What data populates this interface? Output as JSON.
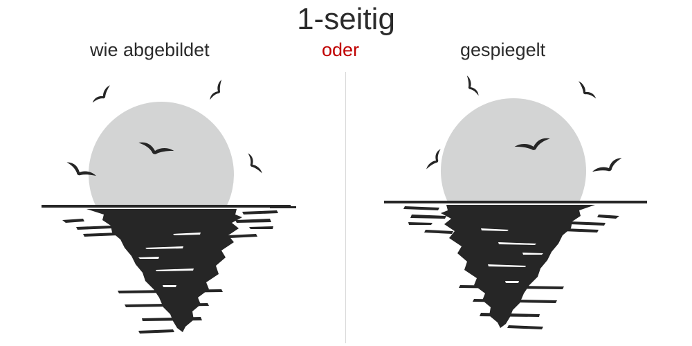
{
  "header": {
    "title": "1-seitig"
  },
  "options": {
    "left_label": "wie abgebildet",
    "or_label": "oder",
    "right_label": "gespiegelt"
  },
  "colors": {
    "text": "#2b2b2b",
    "accent": "#c00000",
    "sun": "#d3d4d4",
    "silhouette": "#262626",
    "divider": "#d9d9d9"
  },
  "scenes": {
    "left": {
      "variant": "as-shown",
      "sun-icon": "sun-icon",
      "bird-icon": "bird-icon"
    },
    "right": {
      "variant": "mirrored",
      "sun-icon": "sun-icon",
      "bird-icon": "bird-icon"
    }
  }
}
